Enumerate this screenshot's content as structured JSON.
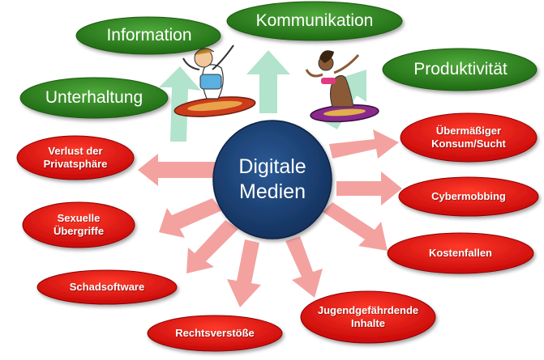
{
  "center": {
    "line1": "Digitale",
    "line2": "Medien"
  },
  "opportunities": [
    {
      "label": "Information"
    },
    {
      "label": "Kommunikation"
    },
    {
      "label": "Produktivität"
    },
    {
      "label": "Unterhaltung"
    }
  ],
  "risks": [
    {
      "line1": "Verlust der",
      "line2": "Privatsphäre"
    },
    {
      "line1": "Sexuelle",
      "line2": "Übergriffe"
    },
    {
      "line1": "Schadsoftware",
      "line2": ""
    },
    {
      "line1": "Rechtsverstöße",
      "line2": ""
    },
    {
      "line1": "Jugendgefährdende",
      "line2": "Inhalte"
    },
    {
      "line1": "Kostenfallen",
      "line2": ""
    },
    {
      "line1": "Cybermobbing",
      "line2": ""
    },
    {
      "line1": "Übermäßiger",
      "line2": "Konsum/Sucht"
    }
  ],
  "colors": {
    "green": "#2e7d1e",
    "red": "#e01010",
    "center": "#1a3d6e",
    "arrow_red": "#f3a2a0",
    "arrow_green": "#a8e0c8"
  },
  "illustrations": [
    "surfer-boy",
    "surfer-girl"
  ]
}
